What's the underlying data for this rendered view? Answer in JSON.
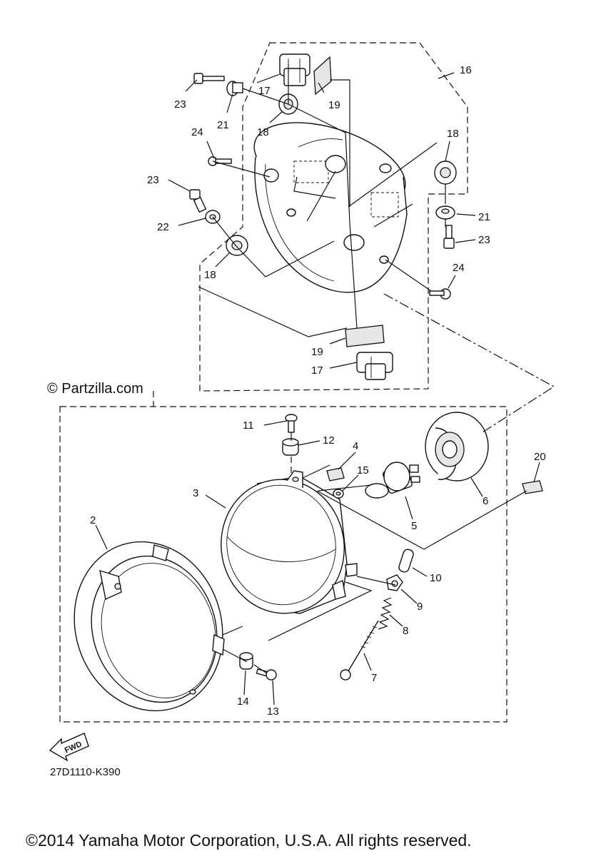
{
  "watermark": "© Partzilla.com",
  "diagram_code": "27D1110-K390",
  "fwd_label": "FWD",
  "copyright": "©2014 Yamaha Motor Corporation, U.S.A. All rights reserved.",
  "callouts": [
    {
      "id": "c16a",
      "text": "16"
    },
    {
      "id": "c17a",
      "text": "17"
    },
    {
      "id": "c19a",
      "text": "19"
    },
    {
      "id": "c23a",
      "text": "23"
    },
    {
      "id": "c21a",
      "text": "21"
    },
    {
      "id": "c18a",
      "text": "18"
    },
    {
      "id": "c24a",
      "text": "24"
    },
    {
      "id": "c18b",
      "text": "18"
    },
    {
      "id": "c23b",
      "text": "23"
    },
    {
      "id": "c22a",
      "text": "22"
    },
    {
      "id": "c21b",
      "text": "21"
    },
    {
      "id": "c23c",
      "text": "23"
    },
    {
      "id": "c18c",
      "text": "18"
    },
    {
      "id": "c24b",
      "text": "24"
    },
    {
      "id": "c19b",
      "text": "19"
    },
    {
      "id": "c17b",
      "text": "17"
    },
    {
      "id": "c11",
      "text": "11"
    },
    {
      "id": "c12",
      "text": "12"
    },
    {
      "id": "c4",
      "text": "4"
    },
    {
      "id": "c15",
      "text": "15"
    },
    {
      "id": "c3",
      "text": "3"
    },
    {
      "id": "c20",
      "text": "20"
    },
    {
      "id": "c6",
      "text": "6"
    },
    {
      "id": "c5",
      "text": "5"
    },
    {
      "id": "c2",
      "text": "2"
    },
    {
      "id": "c10",
      "text": "10"
    },
    {
      "id": "c9",
      "text": "9"
    },
    {
      "id": "c8",
      "text": "8"
    },
    {
      "id": "c7",
      "text": "7"
    },
    {
      "id": "c14",
      "text": "14"
    },
    {
      "id": "c13",
      "text": "13"
    }
  ]
}
